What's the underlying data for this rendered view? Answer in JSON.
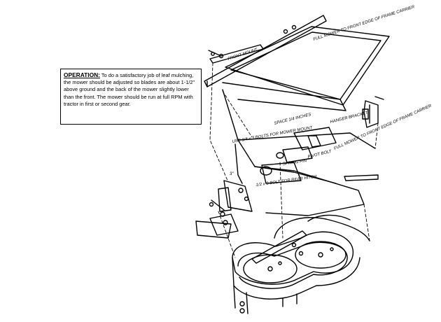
{
  "note": {
    "heading": "OPERATION:",
    "body": "To do a satisfactory job of leaf mulching, the mower should be adjusted so blades are about 1-1/2\" above ground and the back of the mower slightly lower than the front. The mower should be run at full RPM with tractor in first or second gear."
  },
  "labels": {
    "label_front_right": "FULL MOWER TO FRONT EDGE OF FRAME CARRIER",
    "label_front_left": "FRONT MOUNT",
    "label_hanger": "HANGER BRACKET",
    "label_center": "SPACE 1/4 INCHES",
    "label_bolt_left": "USE 1/4 x 3 BOLTS FOR MOWER MOUNT",
    "label_bolt_center": "PIVOT BOLT",
    "label_full_right": "FULL MOWER TO FRONT EDGE OF FRAME CARRIER",
    "label_dim": "3\"",
    "label_rear_hitch": "1/2 x 3 BOLT FOR REAR HITCH",
    "label_pin": "SPRING PIN"
  }
}
